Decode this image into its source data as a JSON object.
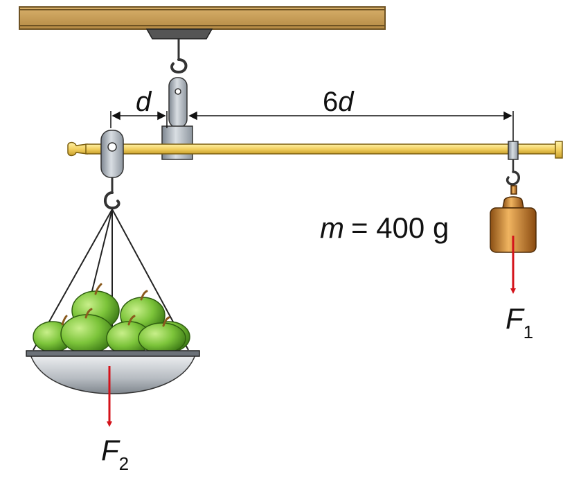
{
  "labels": {
    "d": "d",
    "six": "6",
    "six_d": "d",
    "mass_m": "m",
    "mass_eq": "= 400 g",
    "f1": "F",
    "f1_sub": "1",
    "f2": "F",
    "f2_sub": "2"
  },
  "colors": {
    "ceiling": "#c9a15a",
    "beam": "#f2d36a",
    "arrow": "#d4121a",
    "apple": "#7cc43a",
    "weight": "#c98a3a",
    "bracket": "#9aa3ad"
  }
}
